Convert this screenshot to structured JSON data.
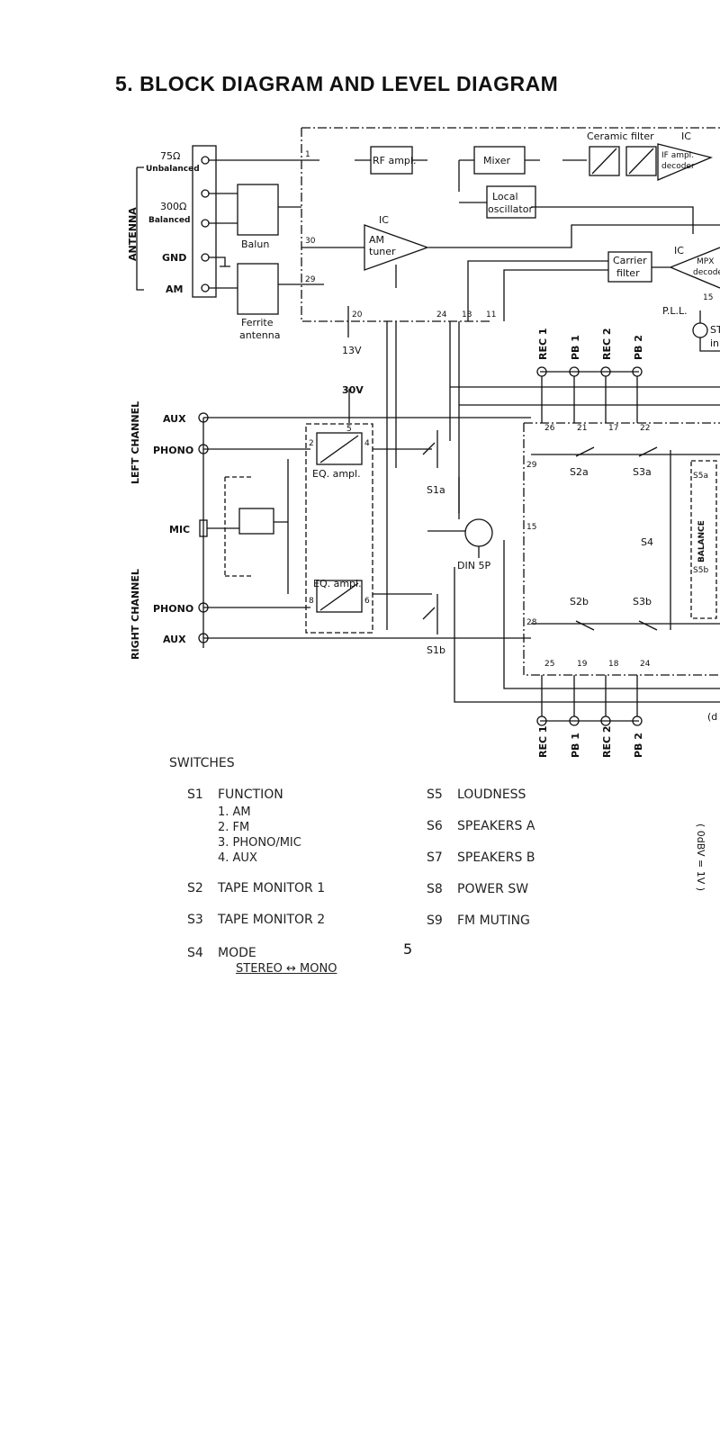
{
  "title": "5. BLOCK DIAGRAM AND LEVEL DIAGRAM",
  "antenna": {
    "group": "ANTENNA",
    "ohm75": "75Ω",
    "unbalanced": "Unbalanced",
    "ohm300": "300Ω",
    "balanced": "Balanced",
    "gnd": "GND",
    "am": "AM",
    "balun": "Balun",
    "ferrite": [
      "Ferrite",
      "antenna"
    ]
  },
  "fm": {
    "rf_ampl": "RF ampl.",
    "mixer": "Mixer",
    "local_osc": [
      "Local",
      "oscillator"
    ],
    "ceramic_filter": "Ceramic filter",
    "ic": "IC",
    "if_ampl": [
      "IF ampl.",
      "decoder"
    ],
    "am_tuner": [
      "AM",
      "tuner"
    ],
    "carrier_filter": [
      "Carrier",
      "filter"
    ],
    "mpx": [
      "MPX",
      "decoder"
    ],
    "pll": "P.L.L.",
    "st": [
      "ST",
      "in"
    ],
    "v13": "13V"
  },
  "pins": {
    "p1": "1",
    "p30": "30",
    "p29": "29",
    "p20": "20",
    "p24": "24",
    "p13": "13",
    "p11": "11",
    "p15": "15",
    "p2": "2",
    "p4": "4",
    "p5": "5",
    "p8": "8",
    "p6": "6",
    "p26": "26",
    "p21": "21",
    "p17": "17",
    "p22": "22",
    "p29b": "29",
    "p15b": "15",
    "p28": "28",
    "p25": "25",
    "p19": "19",
    "p18": "18",
    "p24b": "24"
  },
  "tape": {
    "top": [
      "REC 1",
      "PB 1",
      "REC 2",
      "PB 2"
    ],
    "bottom": [
      "REC 1",
      "PB 1",
      "REC 2",
      "PB 2"
    ]
  },
  "inputs": {
    "aux": "AUX",
    "phono": "PHONO",
    "mic": "MIC",
    "left_channel": "LEFT CHANNEL",
    "right_channel": "RIGHT CHANNEL",
    "v30": "30V",
    "eq_ampl": "EQ. ampl.",
    "din": "DIN 5P"
  },
  "switch_labels": {
    "s1a": "S1a",
    "s1b": "S1b",
    "s2a": "S2a",
    "s2b": "S2b",
    "s3a": "S3a",
    "s3b": "S3b",
    "s4": "S4",
    "s5a": "S5a",
    "s5b": "S5b",
    "balance": "BALANCE",
    "dc": "(d"
  },
  "switches": {
    "heading": "SWITCHES",
    "s1": {
      "code": "S1",
      "name": "FUNCTION"
    },
    "s1_options": [
      "1.  AM",
      "2.  FM",
      "3.  PHONO/MIC",
      "4.  AUX"
    ],
    "s2": {
      "code": "S2",
      "name": "TAPE MONITOR 1"
    },
    "s3": {
      "code": "S3",
      "name": "TAPE MONITOR 2"
    },
    "s4": {
      "code": "S4",
      "name": "MODE"
    },
    "s4_mode": "STEREO ↔ MONO",
    "s5": {
      "code": "S5",
      "name": "LOUDNESS"
    },
    "s6": {
      "code": "S6",
      "name": "SPEAKERS  A"
    },
    "s7": {
      "code": "S7",
      "name": "SPEAKERS  B"
    },
    "s8": {
      "code": "S8",
      "name": "POWER  SW"
    },
    "s9": {
      "code": "S9",
      "name": "FM  MUTING"
    }
  },
  "page_number": "5",
  "level_note": "( 0dBV = 1V )"
}
